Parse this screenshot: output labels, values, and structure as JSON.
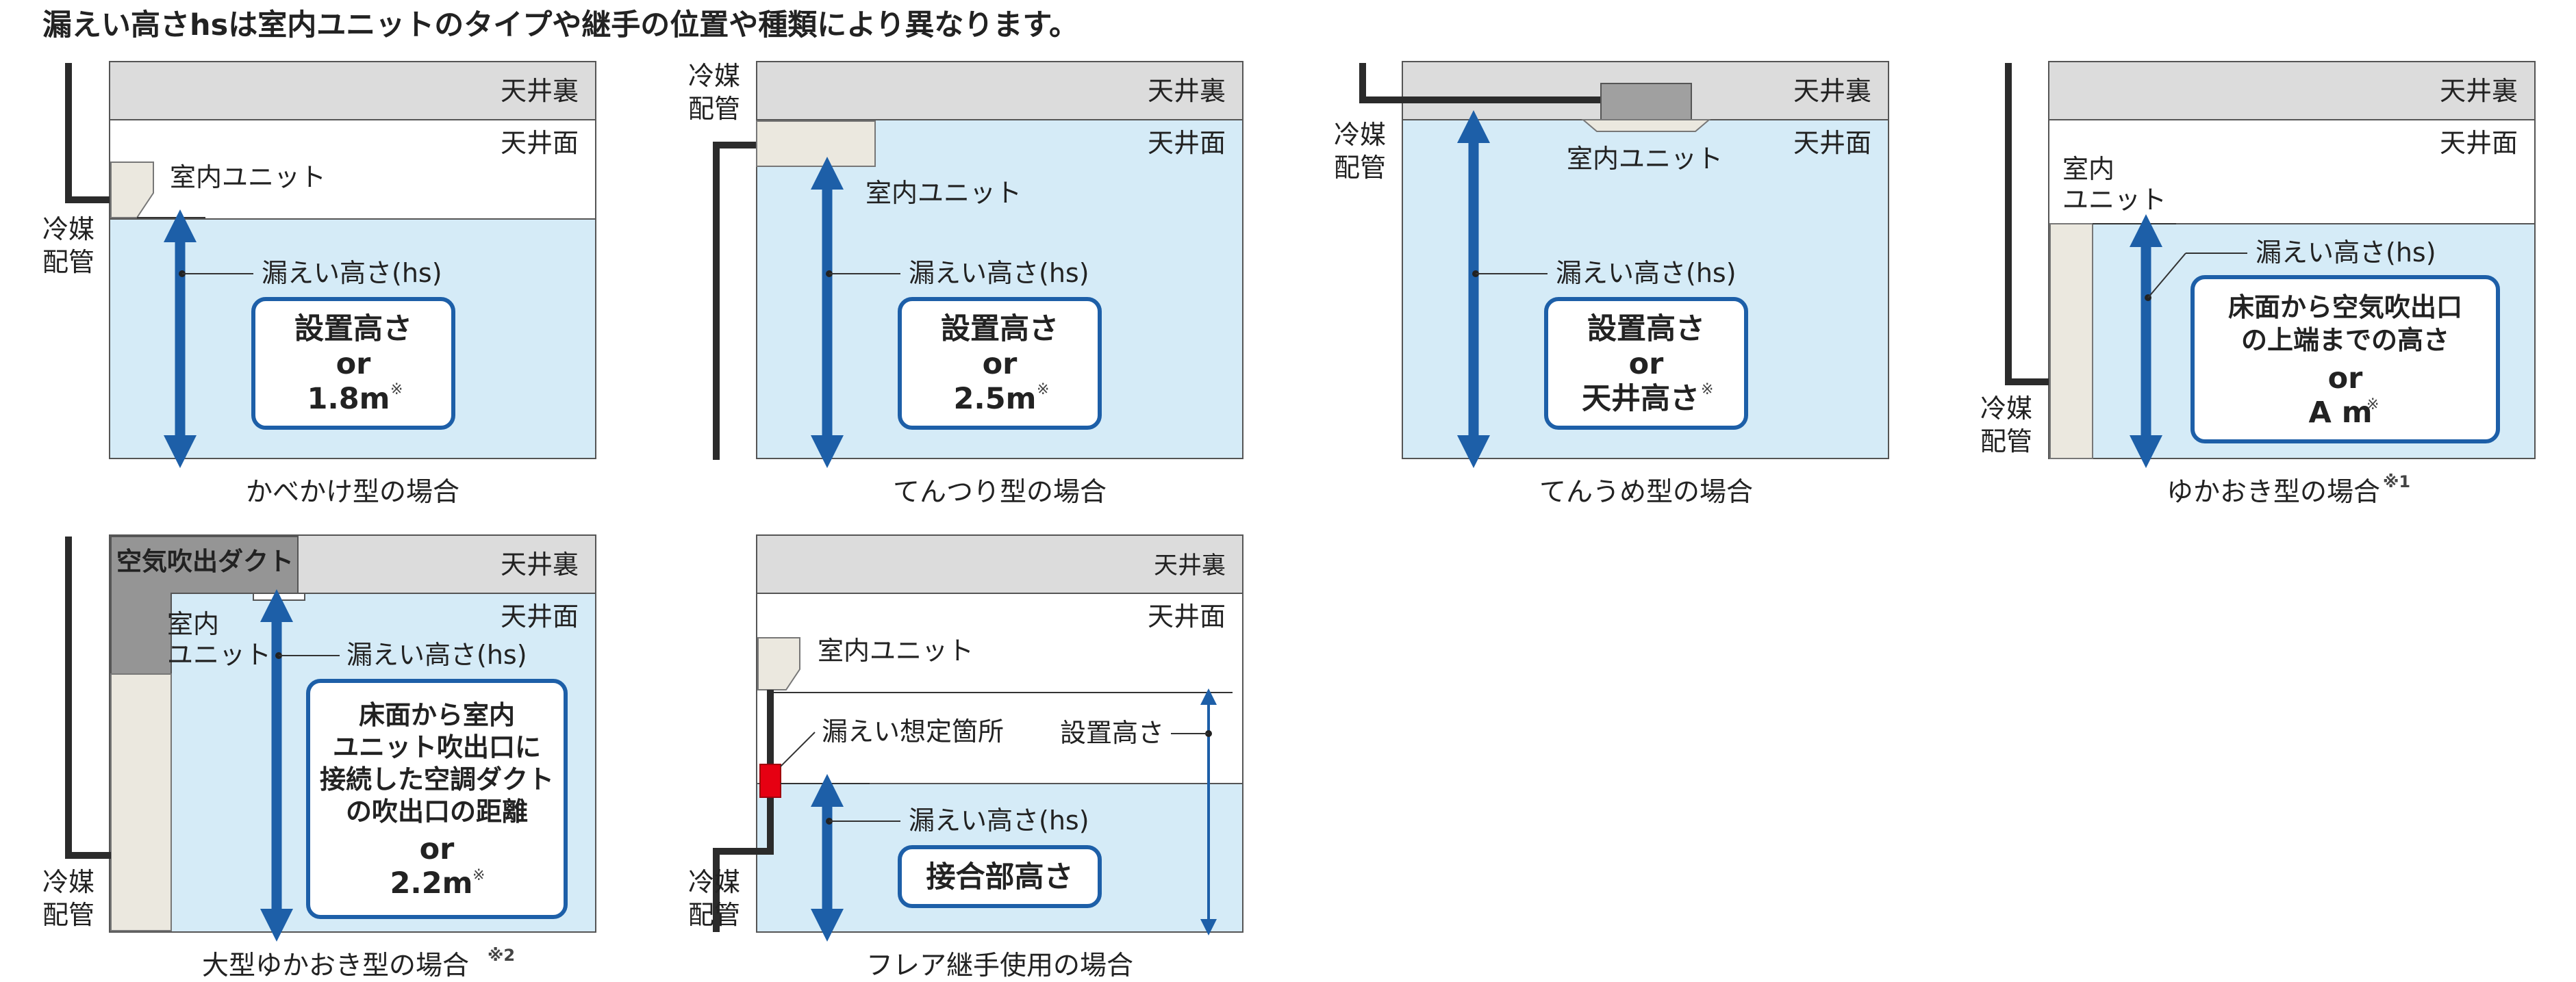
{
  "title": "漏えい高さhsは室内ユニットのタイプや継手の位置や種類により異なります。",
  "common": {
    "ceiling_void": "天井裏",
    "ceiling_surface": "天井面",
    "leak_height": "漏えい高さ(hs)",
    "refrigerant_pipe_1": "冷媒",
    "refrigerant_pipe_2": "配管",
    "indoor_unit": "室内ユニット",
    "indoor_unit_1": "室内",
    "indoor_unit_2": "ユニット",
    "or": "or",
    "note_mark": "※"
  },
  "panels": {
    "wall": {
      "caption": "かべかけ型の場合",
      "box": [
        "設置高さ",
        "or",
        "1.8m"
      ]
    },
    "suspended": {
      "caption": "てんつり型の場合",
      "box": [
        "設置高さ",
        "or",
        "2.5m"
      ]
    },
    "cassette": {
      "caption": "てんうめ型の場合",
      "box": [
        "設置高さ",
        "or",
        "天井高さ"
      ]
    },
    "floor": {
      "caption": "ゆかおき型の場合",
      "caption_sup": "※1",
      "box": [
        "床面から空気吹出口",
        "の上端までの高さ",
        "or",
        "A m"
      ]
    },
    "large_floor": {
      "caption": "大型ゆかおき型の場合",
      "caption_sup": "※2",
      "duct_label": "空気吹出ダクト",
      "box": [
        "床面から室内",
        "ユニット吹出口に",
        "接続した空調ダクト",
        "の吹出口の距離",
        "or",
        "2.2m"
      ]
    },
    "flare": {
      "caption": "フレア継手使用の場合",
      "leak_point": "漏えい想定箇所",
      "install_height": "設置高さ",
      "box": [
        "接合部高さ"
      ]
    }
  },
  "colors": {
    "ceiling_void": "#dcdcdc",
    "room_white": "#ffffff",
    "leak_zone": "#d5ebf7",
    "arrow_blue": "#1d5fa8",
    "box_border": "#1d5fa8",
    "pipe": "#2b2b2b",
    "unit_fill": "#ebe8df",
    "duct_gray": "#959595",
    "leak_red": "#e60012"
  }
}
